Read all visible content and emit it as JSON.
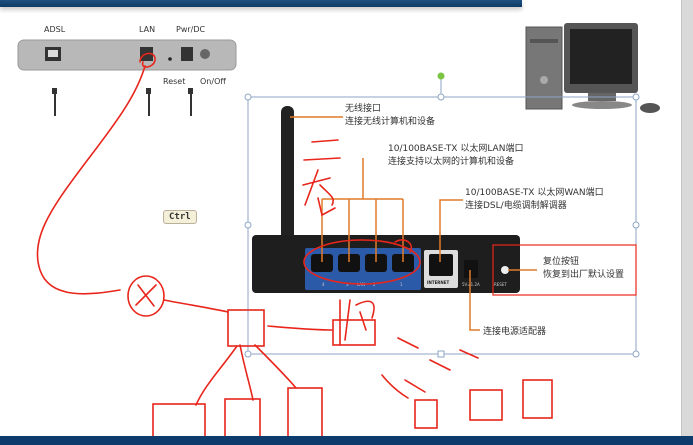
{
  "modem": {
    "adsl_label": "ADSL",
    "lan_label": "LAN",
    "pwr_label": "Pwr/DC",
    "reset_label": "Reset",
    "onoff_label": "On/Off"
  },
  "ctrl_key": "Ctrl",
  "router": {
    "wireless_title": "无线接口",
    "wireless_desc": "连接无线计算机和设备",
    "lan_title": "10/100BASE-TX 以太网LAN端口",
    "lan_desc": "连接支持以太网的计算机和设备",
    "wan_title": "10/100BASE-TX 以太网WAN端口",
    "wan_desc": "连接DSL/电缆调制解调器",
    "reset_title": "复位按钮",
    "reset_desc": "恢复到出厂默认设置",
    "power_desc": "连接电源适配器",
    "port_labels": [
      "4",
      "3",
      "LAN",
      "2",
      "1"
    ],
    "internet_label": "INTERNET",
    "power_rating": "5V=1.2A",
    "reset_port_label": "RESET"
  },
  "colors": {
    "annotation": "#e8261c",
    "callout": "#e07a2a",
    "band": "#0d3b6b"
  }
}
